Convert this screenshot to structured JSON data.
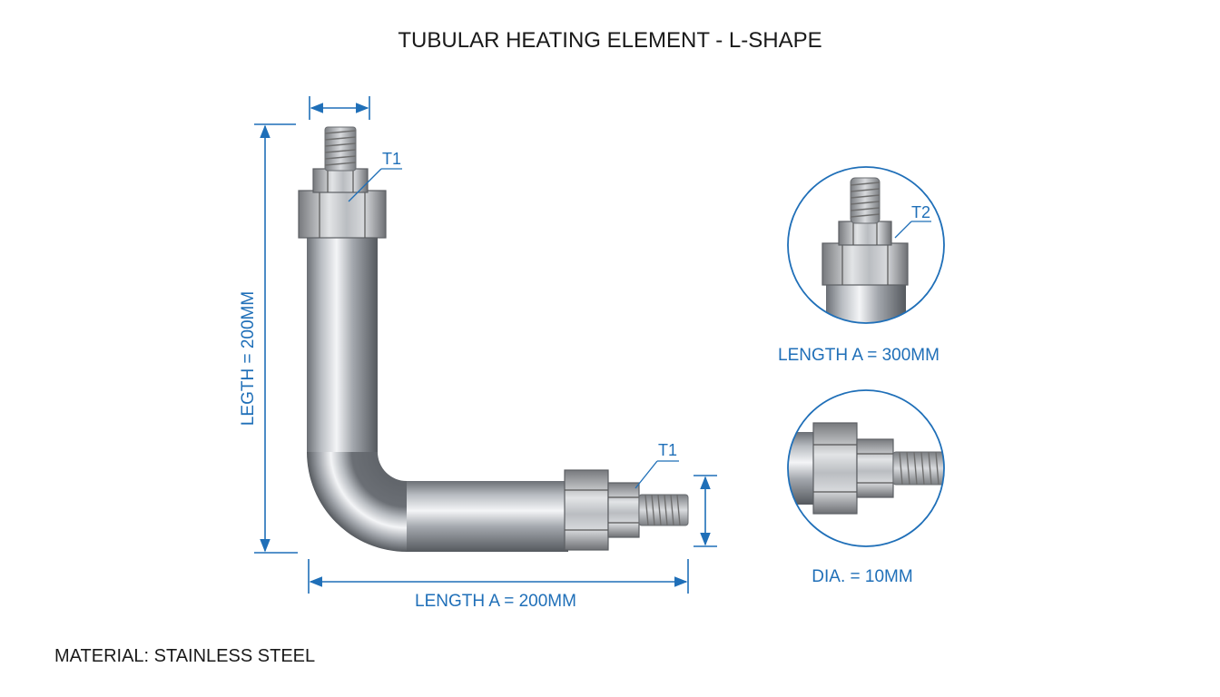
{
  "title": "TUBULAR HEATING ELEMENT - L-SHAPE",
  "dimensions": {
    "vertical_length": "LEGTH = 200MM",
    "horizontal_length": "LENGTH A = 200MM"
  },
  "terminal_labels": {
    "top": "T1",
    "right": "T1",
    "detail_top": "T2"
  },
  "details": {
    "top_detail_caption": "LENGTH A = 300MM",
    "bottom_detail_caption": "DIA. = 10MM"
  },
  "material": "MATERIAL: STAINLESS STEEL",
  "colors": {
    "dimension_blue": "#1f6fb8",
    "steel": "#a9adb3"
  }
}
